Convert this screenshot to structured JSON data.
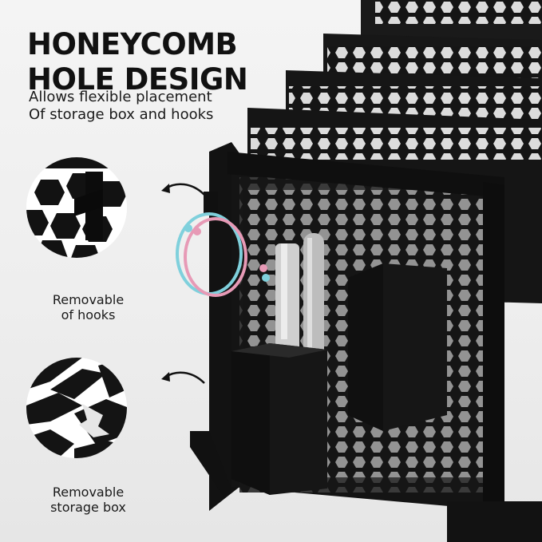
{
  "headline": {
    "line1": "HONEYCOMB",
    "line2": "HOLE DESIGN"
  },
  "subtitle": {
    "line1": "Allows flexible placement",
    "line2": "Of storage box and hooks"
  },
  "callouts": [
    {
      "line1": "Removable",
      "line2": "of hooks",
      "icon": "hook-detail"
    },
    {
      "line1": "Removable",
      "line2": "storage box",
      "icon": "storage-box-clip-detail"
    }
  ],
  "colors": {
    "product": "#141414",
    "background": "#f2f2f2",
    "accent_blue": "#7fd0dc",
    "accent_pink": "#e79ab6"
  }
}
